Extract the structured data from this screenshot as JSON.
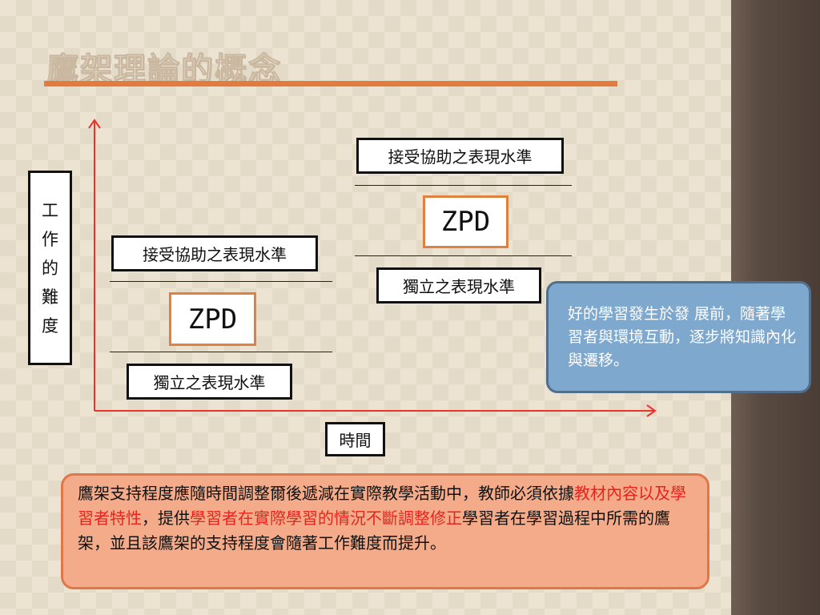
{
  "title": "鷹架理論的概念",
  "axis": {
    "y_label": "工作的難度",
    "x_label": "時間"
  },
  "upper_group": {
    "assisted_label": "接受協助之表現水準",
    "zpd_label": "ZPD",
    "independent_label": "獨立之表現水準"
  },
  "lower_group": {
    "assisted_label": "接受協助之表現水準",
    "zpd_label": "ZPD",
    "independent_label": "獨立之表現水準"
  },
  "callout": {
    "text": "好的學習發生於發 展前，隨著學習者與環境互動，逐步將知識內化與遷移。"
  },
  "note": {
    "part1": "鷹架支持程度應隨時間調整爾後遞減在實際教學活動中，教師必須依據",
    "highlight1": "教材內容以及學習者特性",
    "part2": "，提供",
    "highlight2": "學習者在實際學習的情況不斷調整修正",
    "part3": "學習者在學習過程中所需的鷹架，並且該鷹架的支持程度會隨著工作難度而提升。"
  },
  "colors": {
    "accent_orange": "#e37b3f",
    "axis_red": "#e8342a",
    "highlight_red": "#e6241f",
    "callout_blue": "#7ea8cd",
    "note_salmon": "#f3ab8a",
    "side_strip": "#5a4b41"
  }
}
